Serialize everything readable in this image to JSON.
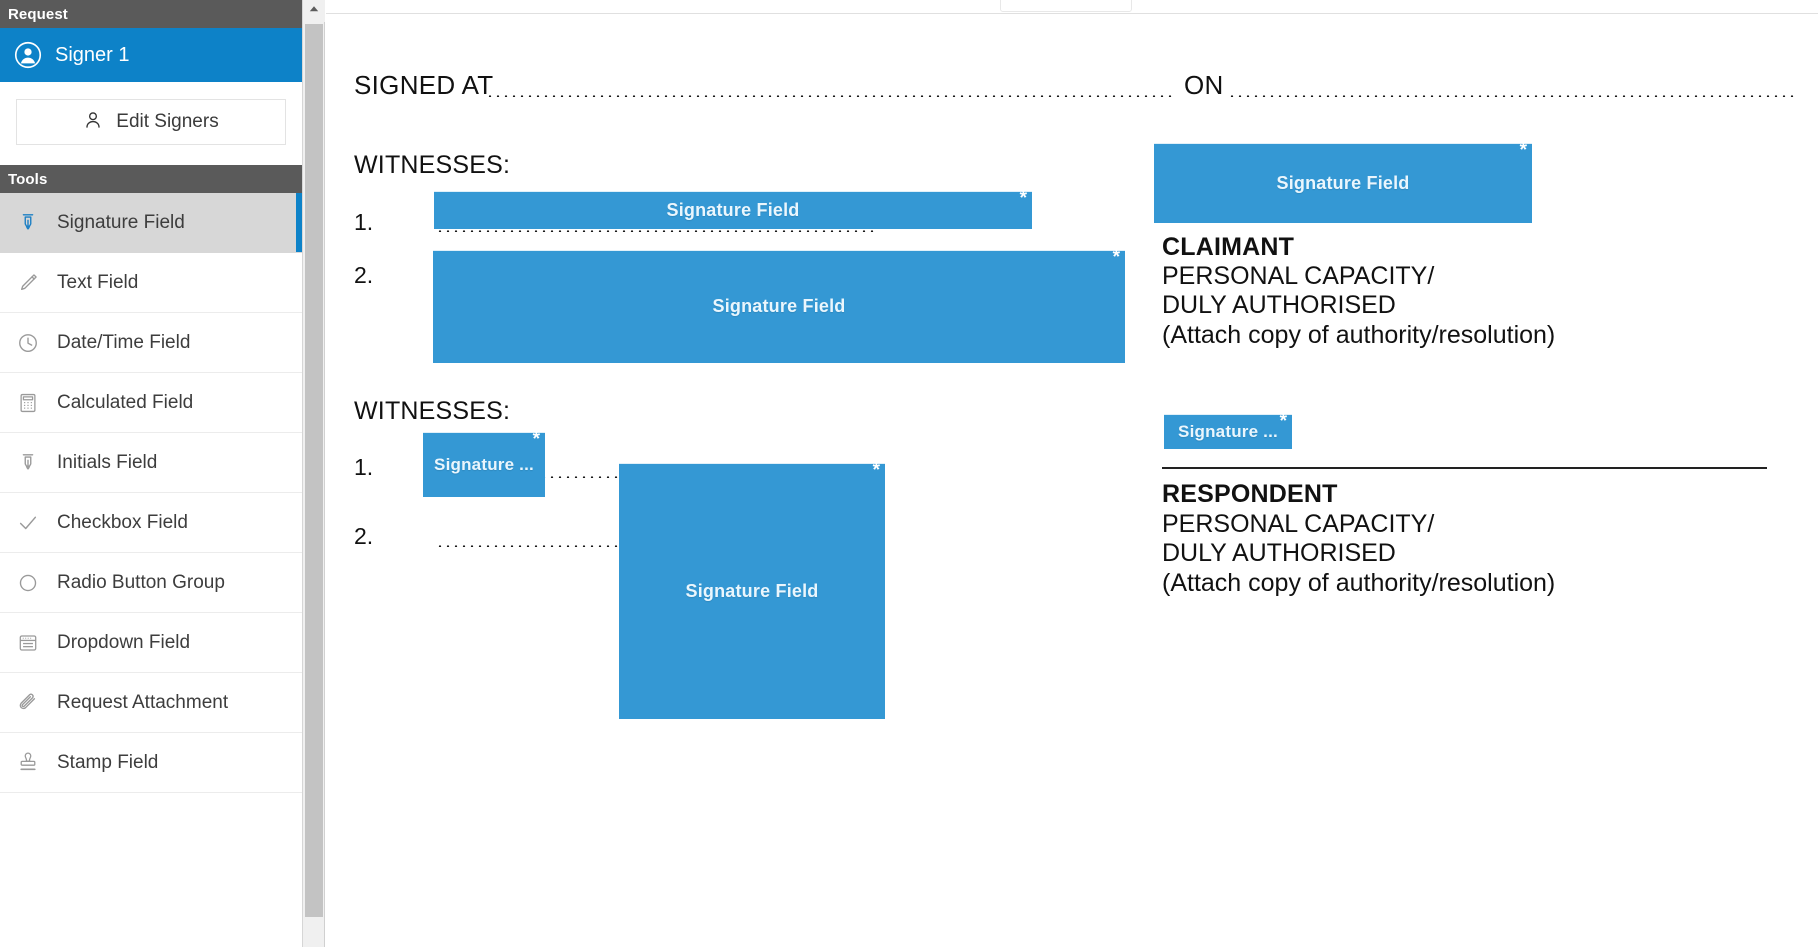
{
  "colors": {
    "accent_blue": "#0d82c8",
    "field_blue": "#3498d4",
    "header_gray": "#5a5a5a",
    "selected_gray": "#d7d7d7"
  },
  "left_panel": {
    "request_header": "Request",
    "signer": {
      "label": "Signer 1",
      "icon": "user-circle-icon"
    },
    "edit_signers_button": {
      "label": "Edit Signers",
      "icon": "user-icon"
    },
    "tools_header": "Tools",
    "tools": [
      {
        "label": "Signature Field",
        "icon": "pen-nib-icon",
        "selected": true
      },
      {
        "label": "Text Field",
        "icon": "pencil-icon",
        "selected": false
      },
      {
        "label": "Date/Time Field",
        "icon": "clock-icon",
        "selected": false
      },
      {
        "label": "Calculated Field",
        "icon": "calculator-icon",
        "selected": false
      },
      {
        "label": "Initials Field",
        "icon": "pen-nib-icon",
        "selected": false
      },
      {
        "label": "Checkbox Field",
        "icon": "check-icon",
        "selected": false
      },
      {
        "label": "Radio Button Group",
        "icon": "circle-icon",
        "selected": false
      },
      {
        "label": "Dropdown Field",
        "icon": "dropdown-icon",
        "selected": false
      },
      {
        "label": "Request Attachment",
        "icon": "paperclip-icon",
        "selected": false
      },
      {
        "label": "Stamp Field",
        "icon": "stamp-icon",
        "selected": false
      }
    ]
  },
  "scrollbar": {
    "up_arrow_icon": "chevron-up-icon"
  },
  "document": {
    "signed_at_label": "SIGNED AT",
    "on_label": "ON",
    "witnesses_label_1": "WITNESSES:",
    "witnesses_label_2": "WITNESSES:",
    "item_1a": "1.",
    "item_2a": "2.",
    "item_1b": "1.",
    "item_2b": "2.",
    "claimant": {
      "title": "CLAIMANT",
      "line1": "PERSONAL CAPACITY/",
      "line2": "DULY AUTHORISED",
      "line3": "(Attach copy of authority/resolution)"
    },
    "respondent": {
      "title": "RESPONDENT",
      "line1": "PERSONAL CAPACITY/",
      "line2": "DULY AUTHORISED",
      "line3": "(Attach copy of authority/resolution)"
    },
    "fields": {
      "witness1_top": {
        "label": "Signature Field",
        "required_mark": "*"
      },
      "witness2_top": {
        "label": "Signature Field",
        "required_mark": "*"
      },
      "claimant_sig": {
        "label": "Signature Field",
        "required_mark": "*"
      },
      "witness1_bottom": {
        "label": "Signature ...",
        "required_mark": "*"
      },
      "witness2_bottom": {
        "label": "Signature Field",
        "required_mark": "*"
      },
      "respondent_sig": {
        "label": "Signature ...",
        "required_mark": "*"
      }
    }
  }
}
